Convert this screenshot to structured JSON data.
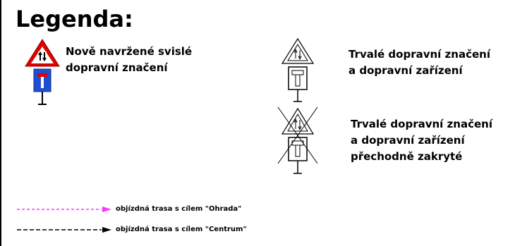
{
  "title": "Legenda:",
  "legend": {
    "new_signs": {
      "label_line1": "Nově navržené svislé",
      "label_line2": "dopravní značení"
    },
    "permanent_signs": {
      "label_line1": "Trvalé dopravní značení",
      "label_line2": "a dopravní zařízení"
    },
    "covered_signs": {
      "label_line1": "Trvalé dopravní značení",
      "label_line2": "a dopravní zařízení",
      "label_line3": "přechodně zakryté"
    }
  },
  "routes": [
    {
      "label": "objízdná trasa s cílem \"Ohrada\"",
      "color": "#ff33ff"
    },
    {
      "label": "objízdná trasa s cílem \"Centrum\"",
      "color": "#000000"
    }
  ],
  "colors": {
    "sign_red": "#e00000",
    "sign_blue": "#1f4fd0",
    "sign_white": "#ffffff"
  }
}
